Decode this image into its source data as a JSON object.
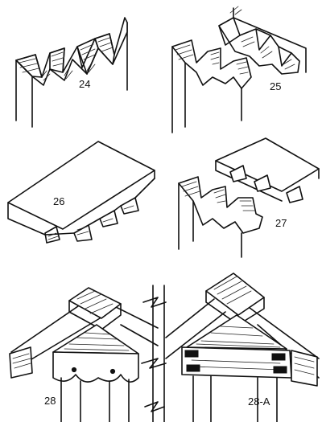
{
  "figures": [
    {
      "id": "fig-24",
      "label": "24"
    },
    {
      "id": "fig-25",
      "label": "25"
    },
    {
      "id": "fig-26",
      "label": "26"
    },
    {
      "id": "fig-27",
      "label": "27"
    },
    {
      "id": "fig-28",
      "label": "28"
    },
    {
      "id": "fig-28a",
      "label": "28-A"
    }
  ],
  "colors": {
    "ink": "#111111",
    "paper": "#ffffff"
  }
}
